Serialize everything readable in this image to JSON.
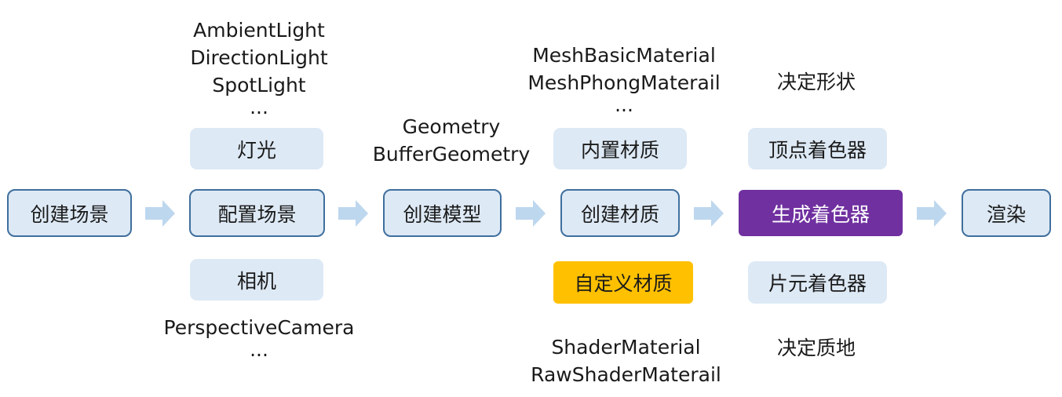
{
  "pipeline": {
    "create_scene": "创建场景",
    "configure_scene": "配置场景",
    "create_model": "创建模型",
    "create_material": "创建材质",
    "generate_shader": "生成着色器",
    "render": "渲染"
  },
  "scene_config": {
    "lights_label": "灯光",
    "camera_label": "相机",
    "light_types": [
      "AmbientLight",
      "DirectionLight",
      "SpotLight",
      "..."
    ],
    "camera_types": [
      "PerspectiveCamera",
      "..."
    ]
  },
  "model": {
    "geometry_types": [
      "Geometry",
      "BufferGeometry"
    ]
  },
  "material": {
    "builtin_label": "内置材质",
    "custom_label": "自定义材质",
    "builtin_types": [
      "MeshBasicMaterial",
      "MeshPhongMaterail",
      "..."
    ],
    "custom_types": [
      "ShaderMaterial",
      "RawShaderMaterail"
    ]
  },
  "shader": {
    "vertex_label": "顶点着色器",
    "fragment_label": "片元着色器",
    "vertex_note": "决定形状",
    "fragment_note": "决定质地"
  },
  "colors": {
    "box_fill": "#dde9f5",
    "box_border": "#3f6f9d",
    "arrow": "#bdd7ee",
    "accent": "#7030a0",
    "custom": "#ffc000"
  }
}
